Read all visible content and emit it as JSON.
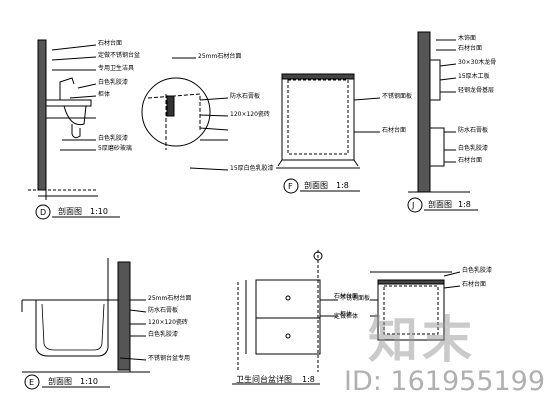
{
  "drawing": {
    "ink": "#000000",
    "d": {
      "tag": "D",
      "title": "剖面图",
      "scale": "1:10",
      "notes": [
        "石材台面",
        "定做不锈钢台盆",
        "专用卫生洁具",
        "白色乳胶漆",
        "柜体",
        "白色乳胶漆",
        "5厚磨砂玻璃",
        "25mm石材台面",
        "防水石膏板",
        "120×120瓷砖",
        "15厚白色乳胶漆"
      ]
    },
    "f": {
      "tag": "F",
      "title": "剖面图",
      "scale": "1:8",
      "notes": [
        "不锈钢面板",
        "石材台面"
      ]
    },
    "j": {
      "tag": "J",
      "title": "剖面图",
      "scale": "1:8",
      "notes": [
        "木饰面",
        "石材台面",
        "30×30木龙骨",
        "15厚木工板",
        "轻钢龙骨基层",
        "防水石膏板",
        "白色乳胶漆",
        "石材台面"
      ]
    },
    "e": {
      "tag": "E",
      "title": "剖面图",
      "scale": "1:10",
      "notes": [
        "25mm石材台面",
        "防水石膏板",
        "120×120瓷砖",
        "白色乳胶漆",
        "不锈钢台盆专用"
      ]
    },
    "g": {
      "title": "卫生间台盆详图",
      "scale": "1:8",
      "notes": [
        "石材台面",
        "定做柜体"
      ]
    },
    "h": {
      "notes": [
        "白色乳胶漆",
        "石材台面",
        "不锈钢面板",
        "柜体"
      ]
    }
  },
  "watermark": {
    "logo": "知末",
    "id": "ID: 161955199"
  }
}
